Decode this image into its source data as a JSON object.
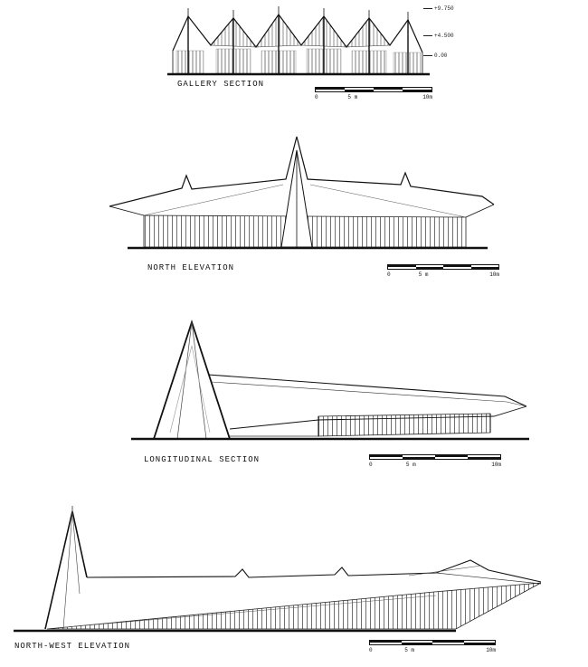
{
  "sheet": {
    "background": "#ffffff",
    "line_color": "#111111"
  },
  "drawings": [
    {
      "id": "gallery-section",
      "label": "GALLERY SECTION",
      "scale": {
        "ticks": [
          "0",
          "5 m",
          "10m"
        ]
      },
      "levels": [
        "+9.750",
        "+4.500",
        "0.00"
      ]
    },
    {
      "id": "north-elevation",
      "label": "NORTH ELEVATION",
      "scale": {
        "ticks": [
          "0",
          "5 m",
          "10m"
        ]
      }
    },
    {
      "id": "longitudinal-section",
      "label": "LONGITUDINAL SECTION",
      "scale": {
        "ticks": [
          "0",
          "5 m",
          "10m"
        ]
      }
    },
    {
      "id": "north-west-elevation",
      "label": "NORTH-WEST ELEVATION",
      "scale": {
        "ticks": [
          "0",
          "5 m",
          "10m"
        ]
      }
    }
  ]
}
